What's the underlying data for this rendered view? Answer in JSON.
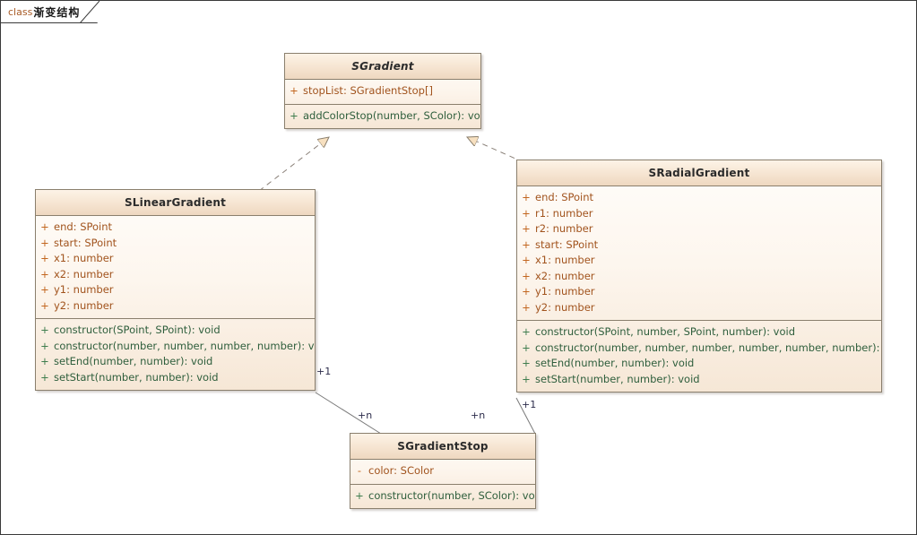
{
  "frame": {
    "keyword": "class",
    "title": "渐变结构"
  },
  "colors": {
    "border": "#8a7f6d",
    "header_fill": "#f0dcc5",
    "body_fill": "#fdf6ee",
    "attribute_text": "#a1531d",
    "method_text": "#2e5e3c",
    "edge_line": "#7a7a7a",
    "multiplicity_text": "#2b2b4a",
    "frame_keyword": "#a85b26"
  },
  "classes": [
    {
      "id": "sgradient",
      "name": "SGradient",
      "abstract": true,
      "attributes": [
        {
          "visibility": "+",
          "text": "stopList: SGradientStop[]"
        }
      ],
      "methods": [
        {
          "visibility": "+",
          "text": "addColorStop(number, SColor): void"
        }
      ]
    },
    {
      "id": "slineargradient",
      "name": "SLinearGradient",
      "abstract": false,
      "attributes": [
        {
          "visibility": "+",
          "text": "end: SPoint"
        },
        {
          "visibility": "+",
          "text": "start: SPoint"
        },
        {
          "visibility": "+",
          "text": "x1: number"
        },
        {
          "visibility": "+",
          "text": "x2: number"
        },
        {
          "visibility": "+",
          "text": "y1: number"
        },
        {
          "visibility": "+",
          "text": "y2: number"
        }
      ],
      "methods": [
        {
          "visibility": "+",
          "text": "constructor(SPoint, SPoint): void"
        },
        {
          "visibility": "+",
          "text": "constructor(number, number, number, number): void"
        },
        {
          "visibility": "+",
          "text": "setEnd(number, number): void"
        },
        {
          "visibility": "+",
          "text": "setStart(number, number): void"
        }
      ]
    },
    {
      "id": "sradialgradient",
      "name": "SRadialGradient",
      "abstract": false,
      "attributes": [
        {
          "visibility": "+",
          "text": "end: SPoint"
        },
        {
          "visibility": "+",
          "text": "r1: number"
        },
        {
          "visibility": "+",
          "text": "r2: number"
        },
        {
          "visibility": "+",
          "text": "start: SPoint"
        },
        {
          "visibility": "+",
          "text": "x1: number"
        },
        {
          "visibility": "+",
          "text": "x2: number"
        },
        {
          "visibility": "+",
          "text": "y1: number"
        },
        {
          "visibility": "+",
          "text": "y2: number"
        }
      ],
      "methods": [
        {
          "visibility": "+",
          "text": "constructor(SPoint, number, SPoint, number): void"
        },
        {
          "visibility": "+",
          "text": "constructor(number, number, number, number, number, number): void"
        },
        {
          "visibility": "+",
          "text": "setEnd(number, number): void"
        },
        {
          "visibility": "+",
          "text": "setStart(number, number): void"
        }
      ]
    },
    {
      "id": "sgradientstop",
      "name": "SGradientStop",
      "abstract": false,
      "attributes": [
        {
          "visibility": "-",
          "text": "color: SColor"
        }
      ],
      "methods": [
        {
          "visibility": "+",
          "text": "constructor(number, SColor): void"
        }
      ]
    }
  ],
  "relationships": [
    {
      "id": "rel-linear-realizes-gradient",
      "type": "realization",
      "from": "SLinearGradient",
      "to": "SGradient"
    },
    {
      "id": "rel-radial-realizes-gradient",
      "type": "realization",
      "from": "SRadialGradient",
      "to": "SGradient"
    },
    {
      "id": "rel-linear-stop",
      "type": "association",
      "from": "SLinearGradient",
      "to": "SGradientStop",
      "source_multiplicity": "+1",
      "target_multiplicity": "+n"
    },
    {
      "id": "rel-radial-stop",
      "type": "association",
      "from": "SRadialGradient",
      "to": "SGradientStop",
      "source_multiplicity": "+1",
      "target_multiplicity": "+n"
    }
  ],
  "multiplicity_labels": [
    {
      "id": "mult-linear-1",
      "text": "+1"
    },
    {
      "id": "mult-linear-n",
      "text": "+n"
    },
    {
      "id": "mult-radial-n",
      "text": "+n"
    },
    {
      "id": "mult-radial-1",
      "text": "+1"
    }
  ]
}
